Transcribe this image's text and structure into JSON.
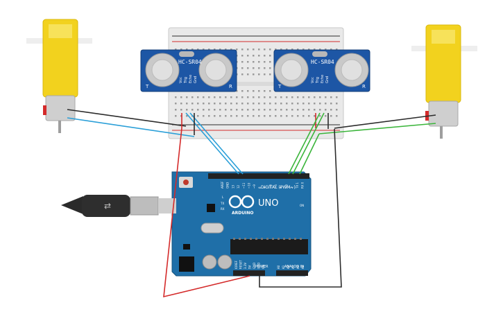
{
  "sensors": [
    {
      "model": "HC-SR04",
      "t": "T",
      "r": "R",
      "pins": [
        "Vcc",
        "Trig",
        "Echo",
        "Gnd"
      ]
    },
    {
      "model": "HC-SR04",
      "t": "T",
      "r": "R",
      "pins": [
        "Vcc",
        "Trig",
        "Echo",
        "Gnd"
      ]
    }
  ],
  "arduino": {
    "brand": "ARDUINO",
    "model": "UNO",
    "digital_label": "DIGITAL (PWM~)",
    "power_label": "POWER",
    "analog_label": "ANALOG IN",
    "on_label": "ON",
    "led_labels": [
      "L",
      "TX",
      "RX"
    ],
    "top_pins": [
      "AREF",
      "GND",
      "13",
      "12",
      "~11",
      "~10",
      "~9",
      "8",
      "7",
      "~6",
      "~5",
      "4",
      "~3",
      "2",
      "TX 1",
      "RX 0"
    ],
    "power_pins": [
      "IOREF",
      "RESET",
      "3.3V",
      "5V",
      "GND",
      "GND",
      "Vin"
    ],
    "analog_pins": [
      "A0",
      "A1",
      "A2",
      "A3",
      "A4",
      "A5"
    ]
  },
  "colors": {
    "wire_red": "#d42a2a",
    "wire_black": "#2b2b2b",
    "wire_blue": "#2a9fd8",
    "wire_green": "#3bb53b",
    "board": "#1f6fa8",
    "motor_yellow": "#f2d21e",
    "sensor_blue": "#1d56a5"
  }
}
